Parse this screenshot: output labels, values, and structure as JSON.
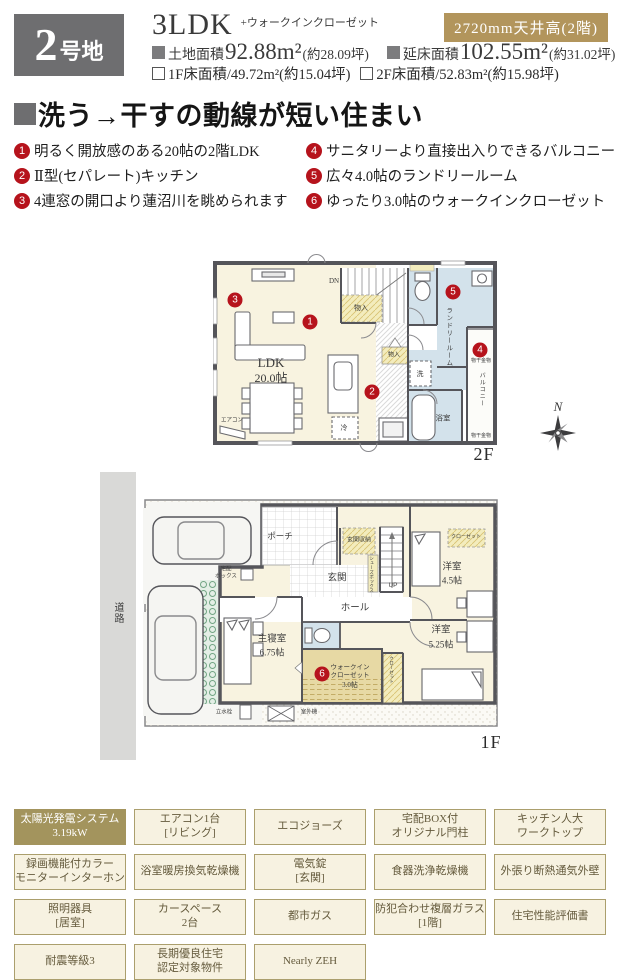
{
  "header": {
    "lot_number": "2",
    "lot_suffix": "号地",
    "plan_type": "3LDK",
    "plan_annex": "+ウォークインクローゼット",
    "ceiling_badge": "2720mm天井高(2階)",
    "area1": [
      {
        "label": "土地面積",
        "value": "92.88m²",
        "note": "(約28.09坪)"
      },
      {
        "label": "延床面積",
        "value": "102.55m²",
        "note": "(約31.02坪)"
      }
    ],
    "area2": [
      {
        "label": "1F床面積/",
        "value": "49.72m²",
        "note": "(約15.04坪)"
      },
      {
        "label": "2F床面積/",
        "value": "52.83m²",
        "note": "(約15.98坪)"
      }
    ]
  },
  "catchcopy": {
    "headline": "洗う→干すの動線が短い住まい"
  },
  "features": [
    {
      "num": "1",
      "text": "明るく開放感のある20帖の2階LDK"
    },
    {
      "num": "2",
      "text": "Ⅱ型(セパレート)キッチン"
    },
    {
      "num": "3",
      "text": "4連窓の開口より蓮沼川を眺められます"
    },
    {
      "num": "4",
      "text": "サニタリーより直接出入りできるバルコニー"
    },
    {
      "num": "5",
      "text": "広々4.0帖のランドリールーム"
    },
    {
      "num": "6",
      "text": "ゆったり3.0帖のウォークインクローゼット"
    }
  ],
  "plan2f": {
    "floor_label": "2F",
    "ldk": "LDK",
    "ldk_size": "20.0帖",
    "dn": "DN",
    "storage1": "物入",
    "storage2": "物入",
    "aircon": "エアコン",
    "fridge": "冷",
    "washer": "洗",
    "bath": "浴室",
    "laundry_room": "ランドリールーム",
    "balcony": "バルコニー",
    "hanger": "物干金物",
    "m1": "1",
    "m2": "2",
    "m3": "3",
    "m4": "4",
    "m5": "5"
  },
  "compass": {
    "north": "N"
  },
  "plan1f": {
    "floor_label": "1F",
    "road": "道路",
    "delivery_box": "宅配\nボックス",
    "porch": "ポーチ",
    "entrance_storage": "玄関収納",
    "shoes_box": "シューズボックス",
    "entrance": "玄関",
    "up": "UP",
    "hall": "ホール",
    "master": "主寝室",
    "master_size": "6.75帖",
    "wic_line1": "ウォークイン",
    "wic_line2": "クローゼット",
    "wic_size": "3.0帖",
    "closet_strip": "クローゼット",
    "closet2": "クローゼット",
    "west1": "洋室",
    "west1_size": "4.5帖",
    "west2": "洋室",
    "west2_size": "5.25帖",
    "tap": "立水栓",
    "outdoor_unit": "室外機",
    "m6": "6"
  },
  "equipment": {
    "items": [
      {
        "label": "太陽光発電システム\n3.19kW"
      },
      {
        "label": "エアコン1台\n[リビング]"
      },
      {
        "label": "エコジョーズ"
      },
      {
        "label": "宅配BOX付\nオリジナル門柱"
      },
      {
        "label": "キッチン人大\nワークトップ"
      },
      {
        "label": "録画機能付カラー\nモニターインターホン"
      },
      {
        "label": "浴室暖房換気乾燥機"
      },
      {
        "label": "電気錠\n[玄関]"
      },
      {
        "label": "食器洗浄乾燥機"
      },
      {
        "label": "外張り断熱通気外壁"
      },
      {
        "label": "照明器具\n[居室]"
      },
      {
        "label": "カースペース\n2台"
      },
      {
        "label": "都市ガス"
      },
      {
        "label": "防犯合わせ複層ガラス\n[1階]"
      },
      {
        "label": "住宅性能評価書"
      },
      {
        "label": "耐震等級3"
      },
      {
        "label": "長期優良住宅\n認定対象物件"
      },
      {
        "label": "Nearly ZEH"
      }
    ]
  }
}
